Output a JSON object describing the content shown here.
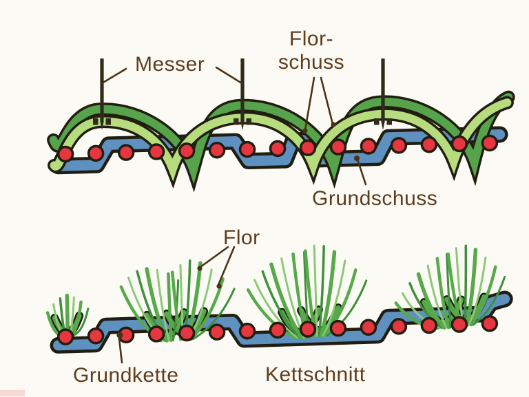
{
  "figure": {
    "labels": {
      "messer": "Messer",
      "florschuss_line1": "Flor-",
      "florschuss_line2": "schuss",
      "grundschuss": "Grundschuss",
      "flor": "Flor",
      "grundkette": "Grundkette",
      "kettschnitt": "Kettschnitt"
    }
  },
  "colors": {
    "bg": "#fcfaf4",
    "outline": "#211e11",
    "dark_green": "#56a34b",
    "light_green": "#b7dc7e",
    "tuft_mid": "#57a94b",
    "tuft_light": "#8cc878",
    "tuft_dark": "#3f8f3c",
    "blue": "#5e90c0",
    "red": "#e63740",
    "text": "#5e3d1d",
    "line": "#4a3216",
    "knife": "#2f2b1a",
    "pink": "#f3cdc7"
  }
}
